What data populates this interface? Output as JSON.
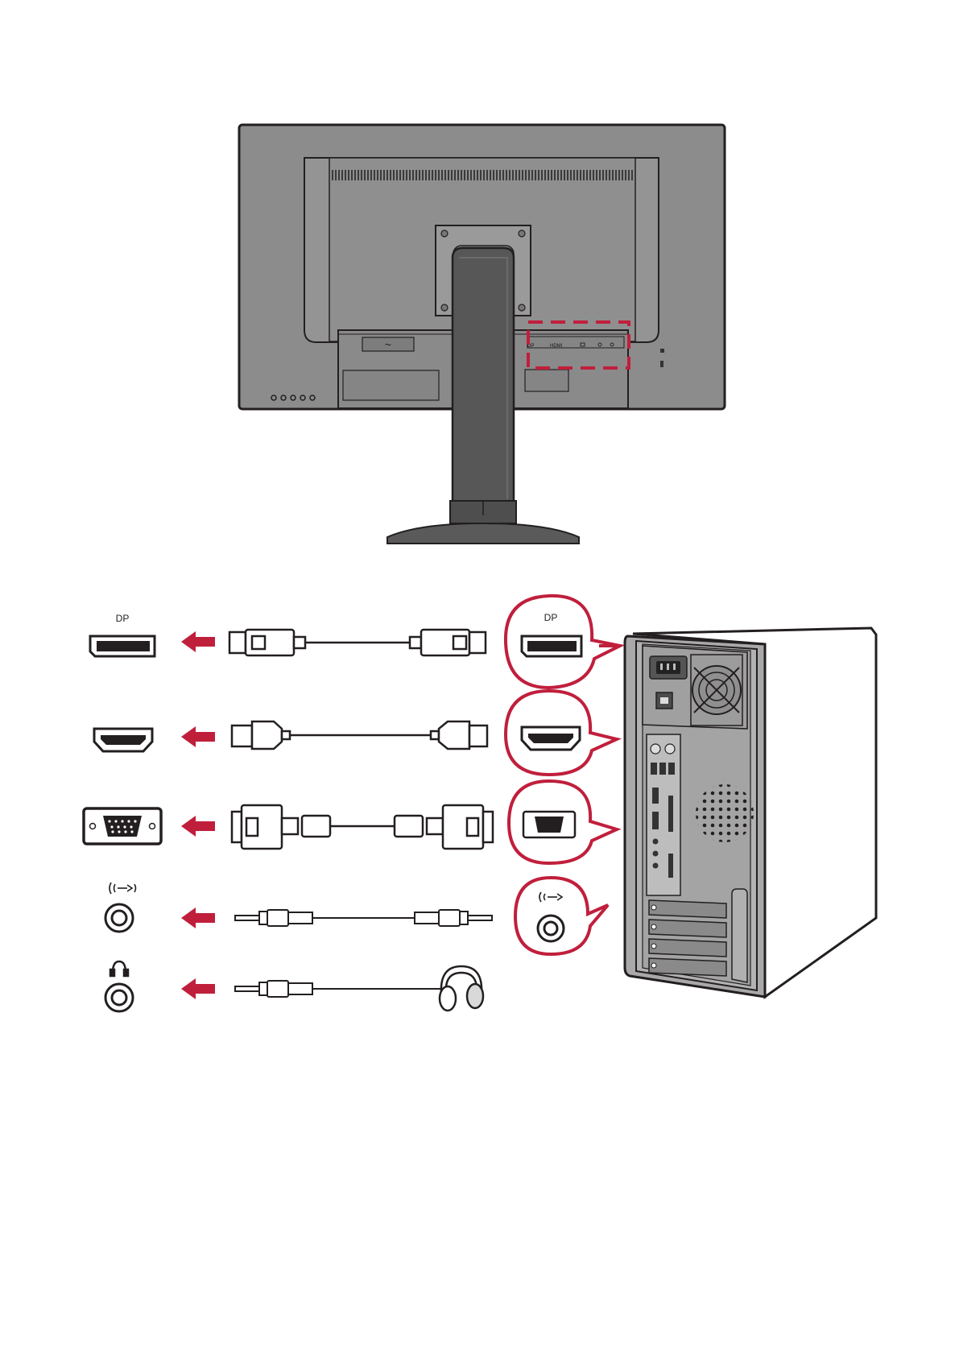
{
  "monitor_panel": {
    "port_labels": [
      "DP",
      "HDMI"
    ],
    "power_symbol": "~"
  },
  "connections": [
    {
      "id": "displayport",
      "port_label": "DP",
      "pc_label": "DP",
      "icon": "displayport-port-icon"
    },
    {
      "id": "hdmi",
      "port_label": "",
      "pc_label": "",
      "icon": "hdmi-port-icon"
    },
    {
      "id": "vga",
      "port_label": "",
      "pc_label": "",
      "icon": "vga-port-icon"
    },
    {
      "id": "audio-in",
      "port_label": "",
      "pc_label": "",
      "icon": "audio-in-jack-icon"
    },
    {
      "id": "headphone",
      "port_label": "",
      "pc_label": "",
      "icon": "headphone-jack-icon"
    }
  ],
  "colors": {
    "accent_red": "#c01f3c",
    "monitor_gray": "#8c8c8c",
    "monitor_dark": "#575757",
    "outline": "#231f20",
    "pc_gray": "#a9a9a9"
  }
}
